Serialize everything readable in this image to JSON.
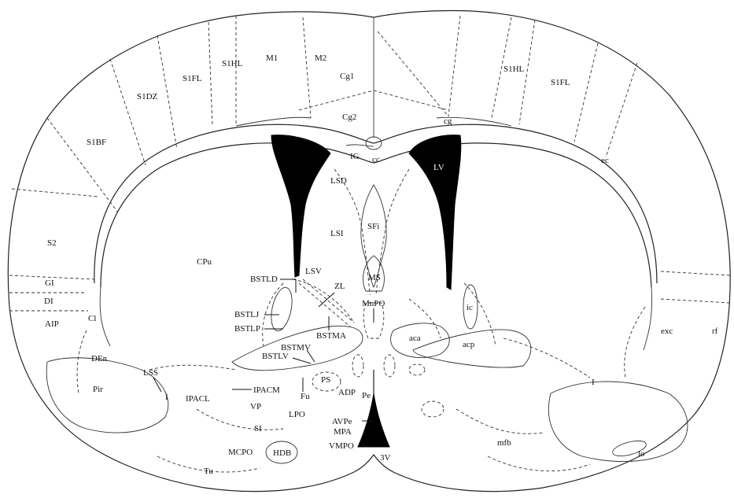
{
  "labels": {
    "M1": "M1",
    "M2": "M2",
    "S1HL_left": "S1HL",
    "S1FL_left": "S1FL",
    "S1DZ": "S1DZ",
    "S1BF": "S1BF",
    "Cg1": "Cg1",
    "Cg2": "Cg2",
    "S1HL_right": "S1HL",
    "S1FL_right": "S1FL",
    "cg": "cg",
    "ec": "ec",
    "IG": "IG",
    "cc": "cc",
    "LV": "LV",
    "LSD": "LSD",
    "LSI": "LSI",
    "SFi": "SFi",
    "S2": "S2",
    "CPu": "CPu",
    "GI": "GI",
    "DI": "DI",
    "AIP": "AIP",
    "Cl": "Cl",
    "BSTLD": "BSTLD",
    "LSV": "LSV",
    "MS": "MS",
    "ZL": "ZL",
    "BSTLJ": "BSTLJ",
    "BSTLP": "BSTLP",
    "MnPO": "MnPO",
    "ic": "ic",
    "BSTMA": "BSTMA",
    "aca": "aca",
    "acp": "acp",
    "exc": "exc",
    "rf": "rf",
    "BSTMV": "BSTMV",
    "BSTLV": "BSTLV",
    "DEn": "DEn",
    "LSS": "LSS",
    "PS": "PS",
    "ADP": "ADP",
    "Pe": "Pe",
    "Pir": "Pir",
    "I_left": "I",
    "I_right": "I",
    "IPACL": "IPACL",
    "IPACM": "IPACM",
    "Fu": "Fu",
    "VP": "VP",
    "LPO": "LPO",
    "AVPe": "AVPe",
    "MPA": "MPA",
    "SI": "SI",
    "MCPO": "MCPO",
    "HDB": "HDB",
    "VMPO": "VMPO",
    "3V": "3V",
    "mfb": "mfb",
    "lo": "lo",
    "Tu": "Tu"
  }
}
